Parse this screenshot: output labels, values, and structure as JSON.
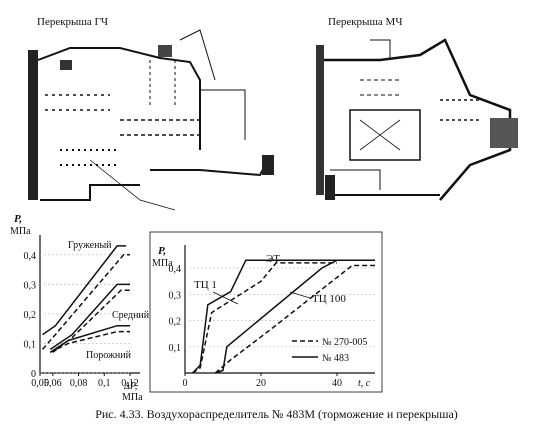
{
  "panels": {
    "left_title": "Перекрыша ГЧ",
    "right_title": "Перекрыша МЧ"
  },
  "caption": "Рис. 4.33. Воздухораспределитель № 483М (торможение и перекрыша)",
  "chart_data": [
    {
      "type": "line",
      "ylabel": "P, МПа",
      "xlabel": "ΔP, МПа",
      "xlim": [
        0.05,
        0.12
      ],
      "ylim": [
        0,
        0.45
      ],
      "x_ticks": [
        "0,05",
        "0,06",
        "0,08",
        "0,1",
        "0,12"
      ],
      "y_ticks": [
        "0",
        "0,1",
        "0,2",
        "0,3",
        "0,4"
      ],
      "annotations": [
        "Груженый",
        "Средний",
        "Порожний"
      ],
      "series": [
        {
          "name": "Груженый",
          "style": "solid",
          "x": [
            0.052,
            0.062,
            0.11,
            0.117
          ],
          "y": [
            0.13,
            0.16,
            0.43,
            0.43
          ]
        },
        {
          "name": "Груженый",
          "style": "dashed",
          "x": [
            0.052,
            0.062,
            0.115,
            0.12
          ],
          "y": [
            0.08,
            0.13,
            0.4,
            0.4
          ]
        },
        {
          "name": "Средний",
          "style": "solid",
          "x": [
            0.058,
            0.075,
            0.11,
            0.12
          ],
          "y": [
            0.08,
            0.13,
            0.3,
            0.3
          ]
        },
        {
          "name": "Средний",
          "style": "dashed",
          "x": [
            0.06,
            0.075,
            0.113,
            0.12
          ],
          "y": [
            0.07,
            0.12,
            0.28,
            0.28
          ]
        },
        {
          "name": "Порожний",
          "style": "solid",
          "x": [
            0.058,
            0.072,
            0.11,
            0.12
          ],
          "y": [
            0.07,
            0.11,
            0.16,
            0.16
          ]
        },
        {
          "name": "Порожний",
          "style": "dashed",
          "x": [
            0.058,
            0.072,
            0.11,
            0.12
          ],
          "y": [
            0.07,
            0.1,
            0.14,
            0.14
          ]
        }
      ]
    },
    {
      "type": "line",
      "ylabel": "P, МПа",
      "xlabel": "t, с",
      "xlim": [
        0,
        50
      ],
      "ylim": [
        0,
        0.45
      ],
      "x_ticks": [
        "0",
        "20",
        "40",
        "t, с"
      ],
      "y_ticks": [
        "0,1",
        "0,2",
        "0,3",
        "0,4"
      ],
      "annotations": [
        "ЭТ",
        "ТЦ 1",
        "ТЦ 100"
      ],
      "legend": [
        {
          "label": "№ 270-005",
          "style": "dashed"
        },
        {
          "label": "№ 483",
          "style": "solid"
        }
      ],
      "series": [
        {
          "name": "№ 483",
          "style": "solid",
          "x": [
            2,
            4,
            6,
            12,
            16,
            40
          ],
          "y": [
            0,
            0.03,
            0.26,
            0.31,
            0.43,
            0.43
          ]
        },
        {
          "name": "№ 270-005",
          "style": "dashed",
          "x": [
            2,
            4,
            7,
            20,
            24,
            40
          ],
          "y": [
            0,
            0.02,
            0.23,
            0.35,
            0.42,
            0.42
          ]
        },
        {
          "name": "№ 483",
          "style": "solid",
          "x": [
            8,
            10,
            11,
            36,
            40,
            50
          ],
          "y": [
            0,
            0.01,
            0.1,
            0.4,
            0.43,
            0.43
          ]
        },
        {
          "name": "№ 270-005",
          "style": "dashed",
          "x": [
            8,
            12,
            22,
            44,
            50
          ],
          "y": [
            0,
            0.05,
            0.16,
            0.41,
            0.41
          ]
        }
      ]
    }
  ]
}
